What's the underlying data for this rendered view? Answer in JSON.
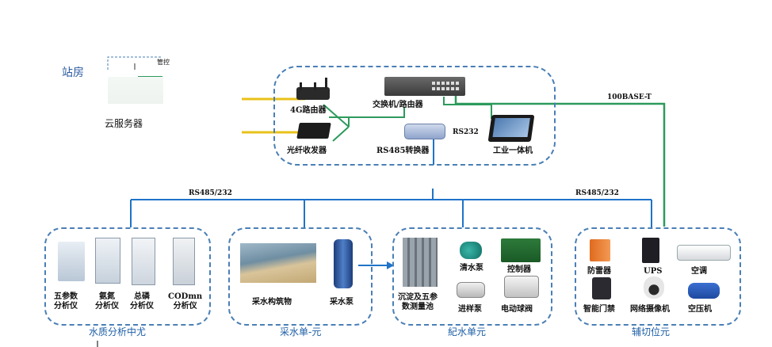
{
  "station_room": "站房",
  "cloud_server": "云服务器",
  "cloud_fragment": "管控",
  "bus_label_left": "RS485/232",
  "bus_label_right": "RS485/232",
  "uplink_label": "100BASE-T",
  "link_rs232": "RS232",
  "core": {
    "router_4g": "4G路由器",
    "fiber_transceiver": "光纤收发器",
    "switch_router": "交换机/路由器",
    "rs485_converter": "RS485转换器",
    "industrial_pc": "工业一体机"
  },
  "units": {
    "water_analysis": {
      "caption": "水质分析中尤",
      "devices": [
        {
          "l1": "五参数",
          "l2": "分析仪"
        },
        {
          "l1": "氨氮",
          "l2": "分析仪"
        },
        {
          "l1": "总磷",
          "l2": "分析仪"
        },
        {
          "l1": "CODmn",
          "l2": "分析仪"
        }
      ]
    },
    "sampling": {
      "caption": "采水单-元",
      "devices": [
        "采水构筑物",
        "采水泵"
      ]
    },
    "distribution": {
      "caption": "紀水单元",
      "devices": {
        "tank_l1": "沉淀及五参",
        "tank_l2": "数测量池",
        "clean_pump": "清水泵",
        "controller": "控制器",
        "feed_pump": "进样泵",
        "ball_valve": "电动球阀"
      }
    },
    "auxiliary": {
      "caption": "辅切位元",
      "devices": [
        "防雷器",
        "UPS",
        "空调",
        "智能门禁",
        "网络摄像机",
        "空压机"
      ]
    }
  }
}
